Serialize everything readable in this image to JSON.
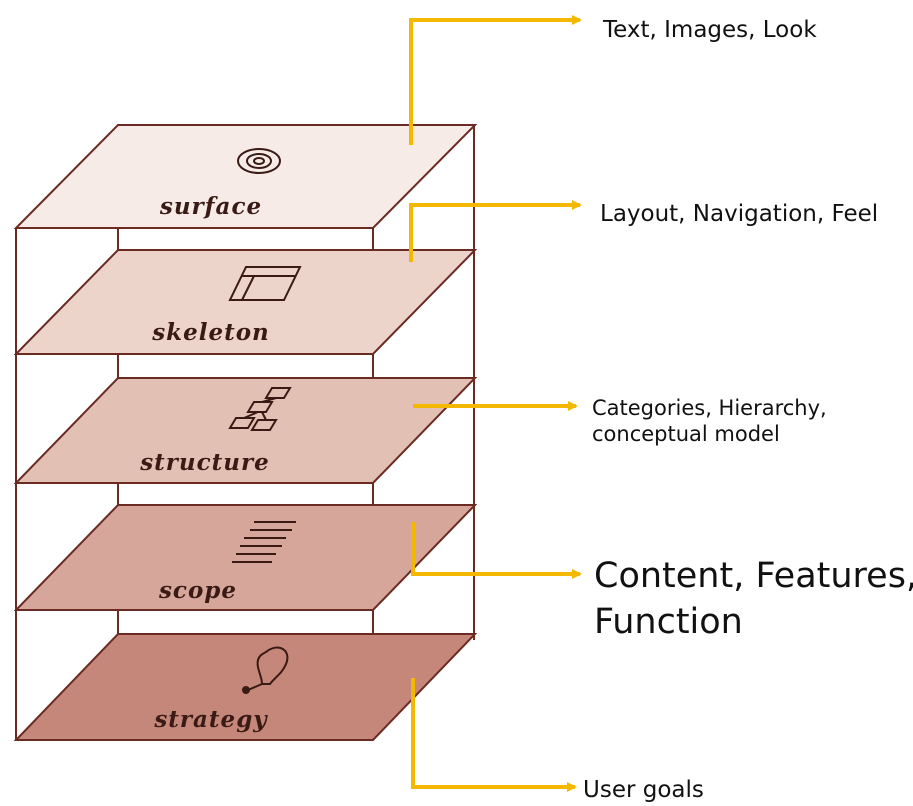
{
  "layers": [
    {
      "key": "surface",
      "label": "surface",
      "fill": "#f6ebe7",
      "icon": "spiral-icon"
    },
    {
      "key": "skeleton",
      "label": "skeleton",
      "fill": "#ecd4cb",
      "icon": "wireframe-icon"
    },
    {
      "key": "structure",
      "label": "structure",
      "fill": "#e2c0b4",
      "icon": "hierarchy-icon"
    },
    {
      "key": "scope",
      "label": "scope",
      "fill": "#d5a699",
      "icon": "list-icon"
    },
    {
      "key": "strategy",
      "label": "strategy",
      "fill": "#c4877a",
      "icon": "lightbulb-icon"
    }
  ],
  "callouts": {
    "surface": {
      "lines": [
        "Text, Images, Look"
      ]
    },
    "skeleton": {
      "lines": [
        "Layout, Navigation, Feel"
      ]
    },
    "structure": {
      "lines": [
        "Categories, Hierarchy,",
        "conceptual model"
      ]
    },
    "scope": {
      "lines": [
        "Content, Features,",
        "Function"
      ]
    },
    "strategy": {
      "lines": [
        "User goals"
      ]
    }
  },
  "colors": {
    "outline": "#6b2a22",
    "arrow": "#f5b800"
  }
}
